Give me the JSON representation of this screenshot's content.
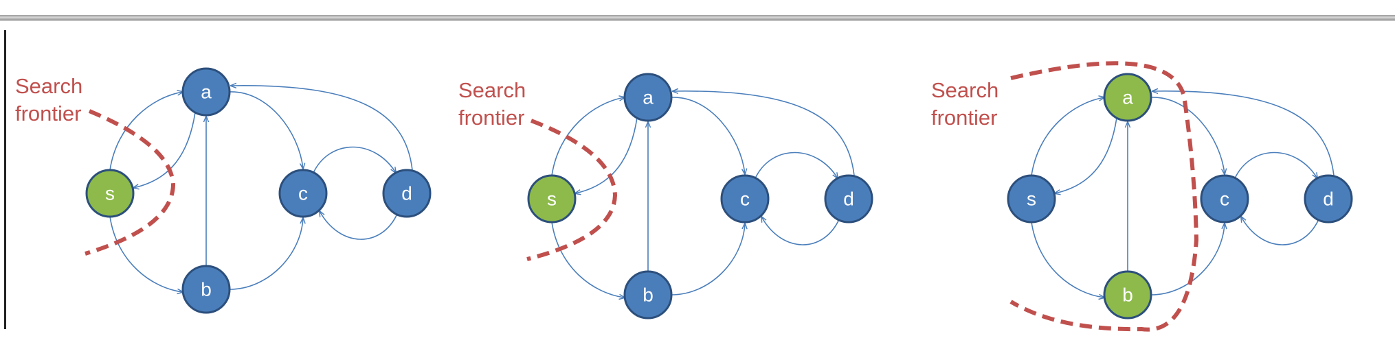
{
  "colors": {
    "node_default": "#4a7ebb",
    "node_visited": "#8dba4a",
    "node_stroke": "#2c4f7c",
    "edge": "#4a7ebb",
    "frontier": "#c0504d"
  },
  "panels": [
    {
      "frontier_label": [
        "Search",
        "frontier"
      ],
      "nodes": [
        {
          "id": "s",
          "label": "s",
          "visited": true
        },
        {
          "id": "a",
          "label": "a",
          "visited": false
        },
        {
          "id": "b",
          "label": "b",
          "visited": false
        },
        {
          "id": "c",
          "label": "c",
          "visited": false
        },
        {
          "id": "d",
          "label": "d",
          "visited": false
        }
      ]
    },
    {
      "frontier_label": [
        "Search",
        "frontier"
      ],
      "nodes": [
        {
          "id": "s",
          "label": "s",
          "visited": true
        },
        {
          "id": "a",
          "label": "a",
          "visited": false
        },
        {
          "id": "b",
          "label": "b",
          "visited": false
        },
        {
          "id": "c",
          "label": "c",
          "visited": false
        },
        {
          "id": "d",
          "label": "d",
          "visited": false
        }
      ]
    },
    {
      "frontier_label": [
        "Search",
        "frontier"
      ],
      "nodes": [
        {
          "id": "s",
          "label": "s",
          "visited": false
        },
        {
          "id": "a",
          "label": "a",
          "visited": true
        },
        {
          "id": "b",
          "label": "b",
          "visited": true
        },
        {
          "id": "c",
          "label": "c",
          "visited": false
        },
        {
          "id": "d",
          "label": "d",
          "visited": false
        }
      ]
    }
  ],
  "edges": [
    {
      "from": "s",
      "to": "a"
    },
    {
      "from": "a",
      "to": "s"
    },
    {
      "from": "s",
      "to": "b"
    },
    {
      "from": "b",
      "to": "a"
    },
    {
      "from": "a",
      "to": "c"
    },
    {
      "from": "b",
      "to": "c"
    },
    {
      "from": "c",
      "to": "d"
    },
    {
      "from": "d",
      "to": "c"
    },
    {
      "from": "d",
      "to": "a"
    }
  ]
}
